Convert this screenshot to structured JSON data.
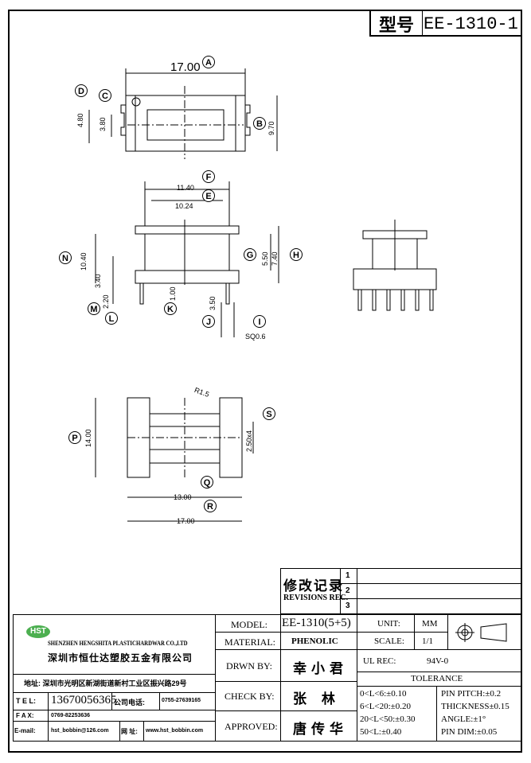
{
  "model_header": {
    "label": "型号",
    "value": "EE-1310-1"
  },
  "dimensions": {
    "top_width": "17.00",
    "top_h1": "4.80",
    "top_h2": "3.80",
    "top_h3": "9.70",
    "mid_w1": "11.40",
    "mid_w2": "10.24",
    "mid_h_total": "10.40",
    "mid_h_low": "3.40",
    "mid_pin_len": "2.20",
    "mid_base": "1.00",
    "mid_pin2": "3.50",
    "mid_right1": "5.50",
    "mid_right2": "7.40",
    "pin_sq": "SQ0.6",
    "bot_radius": "R1.5",
    "bot_height": "14.00",
    "bot_pitch": "2.50x4",
    "bot_w1": "13.00",
    "bot_w2": "17.00"
  },
  "labels": [
    "A",
    "B",
    "C",
    "D",
    "E",
    "F",
    "G",
    "H",
    "I",
    "J",
    "K",
    "L",
    "M",
    "N",
    "P",
    "Q",
    "R",
    "S"
  ],
  "revisions": {
    "title_cn": "修改记录",
    "title_en": "REVISIONS REC.",
    "num1": "1",
    "num2": "2",
    "num3": "3"
  },
  "company": {
    "logo": "HST",
    "name_en": "SHENZHEN HENGSHITA PLASTICHARDWAR CO.,LTD",
    "name_cn": "深圳市恒仕达塑胶五金有限公司",
    "address": "地址: 深圳市光明区新湖街道新村工业区振兴路29号",
    "tel_label": "T E L:",
    "tel": "13670056365",
    "company_tel_label": "公司电话:",
    "company_tel": "0755-27639165",
    "fax_label": "F A X:",
    "fax": "0769-82253636",
    "email_label": "E-mail:",
    "email": "hst_bobbin@126.com",
    "web_label": "网 址:",
    "web": "www.hst_bobbin.com"
  },
  "title_block": {
    "model_label": "MODEL:",
    "model": "EE-1310(5+5)",
    "material_label": "MATERIAL:",
    "material": "PHENOLIC",
    "drawn_label": "DRWN BY:",
    "drawn": "幸小君",
    "check_label": "CHECK BY:",
    "check": "张    林",
    "approved_label": "APPROVED:",
    "approved": "唐传华",
    "unit_label": "UNIT:",
    "unit": "MM",
    "scale_label": "SCALE:",
    "scale": "1/1",
    "ul_label": "UL REC:",
    "ul": "94V-0",
    "tolerance_label": "TOLERANCE",
    "tol1": "0<L<6:±0.10",
    "tol2": "6<L<20:±0.20",
    "tol3": "20<L<50:±0.30",
    "tol4": "50<L:±0.40",
    "pitch": "PIN PITCH:±0.2",
    "thickness": "THICKNESS±0.15",
    "angle": "ANGLE:±1°",
    "pin_dim": "PIN DIM:±0.05"
  }
}
